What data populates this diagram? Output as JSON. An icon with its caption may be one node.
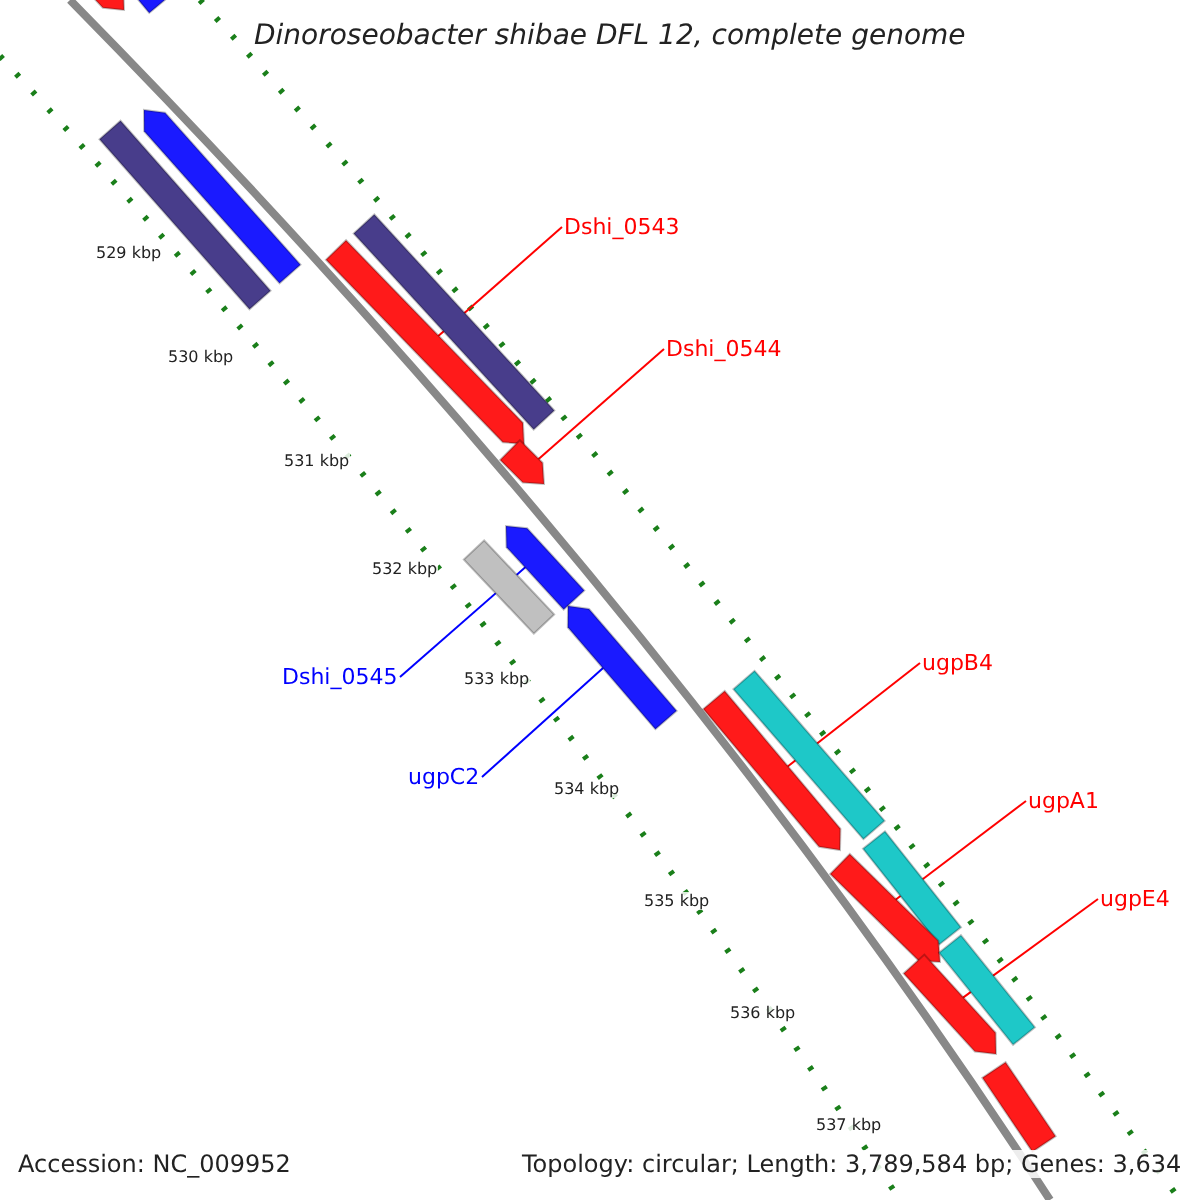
{
  "diagram": {
    "title": "Dinoroseobacter shibae DFL 12, complete genome",
    "nodes": [
      {
        "text": [
          "Dshi_0543"
        ]
      },
      {
        "text": [
          "Dshi_0544"
        ]
      },
      {
        "text": [
          "Dshi_0545"
        ]
      },
      {
        "text": [
          "ugpC2"
        ]
      },
      {
        "text": [
          "ugpB4"
        ]
      },
      {
        "text": [
          "ugpA1"
        ]
      },
      {
        "text": [
          "ugpE4"
        ]
      },
      {
        "text": [],
        "shape": "bar"
      },
      {
        "text": [],
        "shape": "bar"
      },
      {
        "text": [],
        "shape": "bar"
      },
      {
        "text": [],
        "shape": "bar"
      },
      {
        "text": [],
        "shape": "bar"
      },
      {
        "text": [],
        "shape": "bar"
      },
      {
        "text": [],
        "shape": "bar"
      },
      {
        "text": [],
        "shape": "bar"
      },
      {
        "text": [],
        "shape": "bar"
      },
      {
        "text": [],
        "shape": "bar"
      },
      {
        "text": [],
        "shape": "bar"
      },
      {
        "text": [],
        "shape": "bar"
      },
      {
        "text": [],
        "shape": "bar"
      },
      {
        "text": [],
        "shape": "bar"
      },
      {
        "text": [],
        "shape": "bar"
      },
      {
        "text": [],
        "shape": "bar"
      },
      {
        "text": [],
        "shape": "bar"
      }
    ],
    "edges": [
      {
        "from": 0,
        "to": 12,
        "arrow": "none"
      },
      {
        "from": 1,
        "to": 13,
        "arrow": "none"
      },
      {
        "from": 2,
        "to": 14,
        "arrow": "none",
        "color": "#0000ff"
      },
      {
        "from": 3,
        "to": 16,
        "arrow": "none",
        "color": "#0000ff"
      },
      {
        "from": 4,
        "to": 18,
        "arrow": "none"
      },
      {
        "from": 5,
        "to": 20,
        "arrow": "none"
      },
      {
        "from": 6,
        "to": 22,
        "arrow": "none"
      }
    ],
    "labels": [
      "529 kbp",
      "530 kbp",
      "531 kbp",
      "532 kbp",
      "533 kbp",
      "534 kbp",
      "535 kbp",
      "536 kbp",
      "537 kbp",
      "Accession: NC_009952",
      "Topology: circular; Length: 3,789,584 bp; Genes: 3,634"
    ]
  }
}
